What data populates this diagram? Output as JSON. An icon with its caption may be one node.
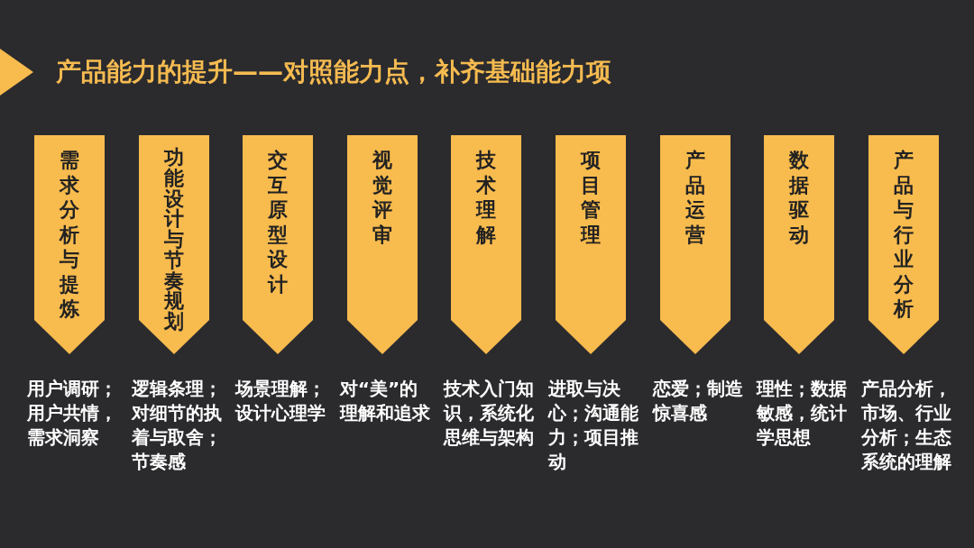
{
  "diagram": {
    "title": "产品能力的提升——对照能力点，补齐基础能力项",
    "nodes": [
      {
        "text": [
          "需求分析与提炼"
        ],
        "beside": [
          "用户调研；用户共情，需求洞察"
        ]
      },
      {
        "text": [
          "功能设计与节奏规划"
        ],
        "beside": [
          "逻辑条理；对细节的执着与取舍；节奏感"
        ]
      },
      {
        "text": [
          "交互原型设计"
        ],
        "beside": [
          "场景理解；设计心理学"
        ]
      },
      {
        "text": [
          "视觉评审"
        ],
        "beside": [
          "对“美”的理解和追求"
        ]
      },
      {
        "text": [
          "技术理解"
        ],
        "beside": [
          "技术入门知识，系统化思维与架构"
        ]
      },
      {
        "text": [
          "项目管理"
        ],
        "beside": [
          "进取与决心；沟通能力；项目推动"
        ]
      },
      {
        "text": [
          "产品运营"
        ],
        "beside": [
          "恋爱；制造惊喜感"
        ]
      },
      {
        "text": [
          "数据驱动"
        ],
        "beside": [
          "理性；数据敏感，统计学思想"
        ]
      },
      {
        "text": [
          "产品与行业分析"
        ],
        "beside": [
          "产品分析，市场、行业分析；生态系统的理解"
        ]
      }
    ]
  }
}
